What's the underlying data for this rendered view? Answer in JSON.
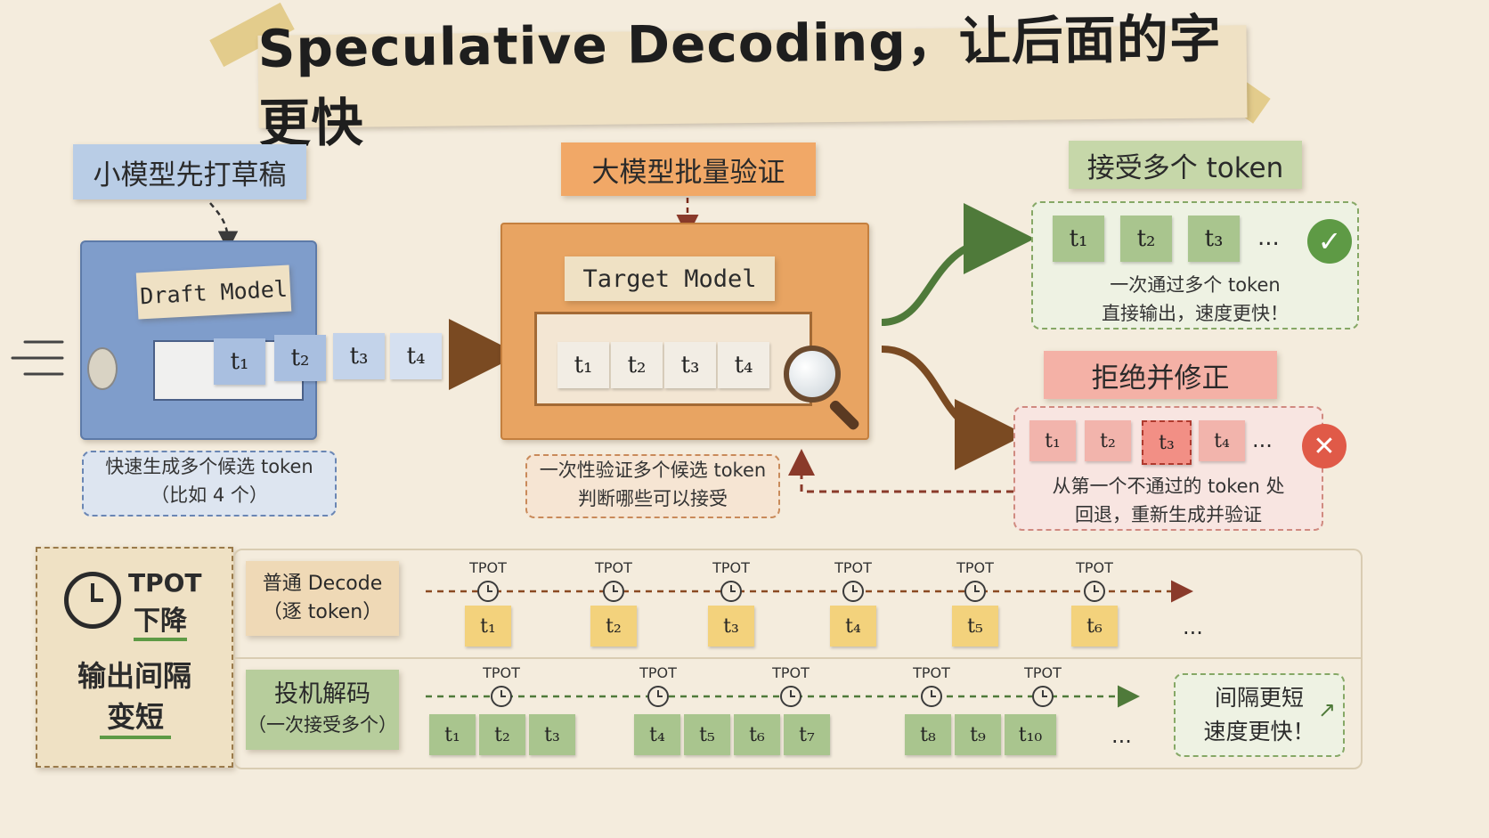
{
  "title": "Speculative Decoding，让后面的字更快",
  "draft": {
    "label": "小模型先打草稿",
    "model_name": "Draft Model",
    "tokens": [
      "t₁",
      "t₂",
      "t₃",
      "t₄"
    ],
    "note_line1": "快速生成多个候选 token",
    "note_line2": "（比如 4 个）"
  },
  "target": {
    "label": "大模型批量验证",
    "model_name": "Target Model",
    "tokens": [
      "t₁",
      "t₂",
      "t₃",
      "t₄"
    ],
    "note_line1": "一次性验证多个候选 token",
    "note_line2": "判断哪些可以接受"
  },
  "accept": {
    "label": "接受多个 token",
    "tokens": [
      "t₁",
      "t₂",
      "t₃"
    ],
    "ellipsis": "...",
    "note_line1": "一次通过多个 token",
    "note_line2": "直接输出，速度更快！"
  },
  "reject": {
    "label": "拒绝并修正",
    "tokens": [
      "t₁",
      "t₂",
      "t₃",
      "t₄"
    ],
    "ellipsis": "...",
    "note_line1": "从第一个不通过的 token 处",
    "note_line2": "回退，重新生成并验证"
  },
  "tpot": {
    "title_line1": "TPOT",
    "title_line2": "下降",
    "sub_line1": "输出间隔",
    "sub_line2": "变短"
  },
  "normal": {
    "label_line1": "普通 Decode",
    "label_line2": "（逐 token）",
    "tpot_label": "TPOT",
    "tokens": [
      "t₁",
      "t₂",
      "t₃",
      "t₄",
      "t₅",
      "t₆"
    ],
    "ellipsis": "..."
  },
  "spec": {
    "label_line1": "投机解码",
    "label_line2": "（一次接受多个）",
    "tpot_label": "TPOT",
    "tokens": [
      "t₁",
      "t₂",
      "t₃",
      "t₄",
      "t₅",
      "t₆",
      "t₇",
      "t₈",
      "t₉",
      "t₁₀"
    ],
    "ellipsis": "...",
    "badge_line1": "间隔更短",
    "badge_line2": "速度更快！"
  },
  "colors": {
    "blue": "#7f9dcb",
    "orange": "#e8a462",
    "green": "#a9c58e",
    "red": "#f2b4ac",
    "yellow": "#f3d27c",
    "paper": "#efe1c4"
  }
}
